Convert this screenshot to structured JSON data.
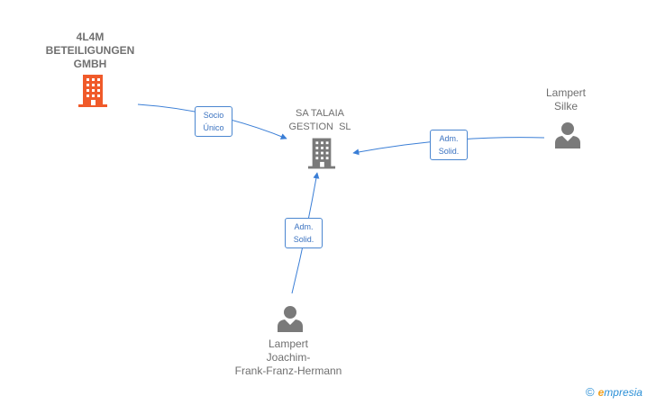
{
  "nodes": {
    "company_4l4m": {
      "lines": [
        "4L4M",
        "BETEILIGUNGEN",
        "GMBH"
      ],
      "color": "#f05a2a"
    },
    "company_sa_talaia": {
      "lines": [
        "SA TALAIA",
        "GESTION  SL"
      ],
      "color": "#7a7a7a"
    },
    "person_silke": {
      "lines": [
        "Lampert",
        "Silke"
      ],
      "color": "#7a7a7a"
    },
    "person_joachim": {
      "lines": [
        "Lampert",
        "Joachim-",
        "Frank-Franz-Hermann"
      ],
      "color": "#7a7a7a"
    }
  },
  "edges": {
    "socio_unico": {
      "lines": [
        "Socio",
        "Único"
      ],
      "color": "#3a7ed6"
    },
    "adm_silke": {
      "lines": [
        "Adm.",
        "Solid."
      ],
      "color": "#3a7ed6"
    },
    "adm_joachim": {
      "lines": [
        "Adm.",
        "Solid."
      ],
      "color": "#3a7ed6"
    }
  },
  "footer": {
    "copyright": "©",
    "brand_initial": "e",
    "brand_rest": "mpresia"
  }
}
